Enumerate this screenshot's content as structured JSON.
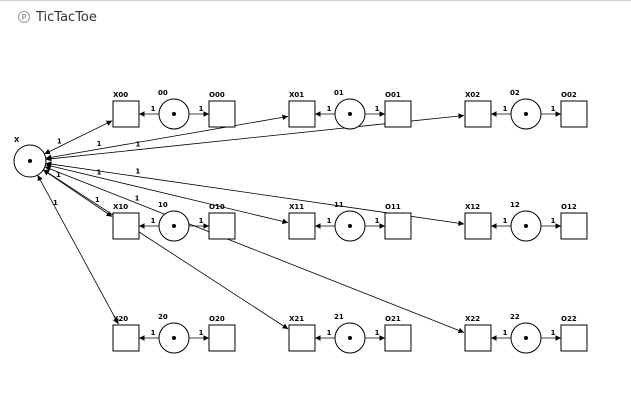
{
  "window": {
    "title": "TicTacToe",
    "icon": "petri-net-app-icon"
  },
  "net": {
    "source_place": {
      "label": "X",
      "tokens": 1
    },
    "cells": [
      {
        "id": "00",
        "place": "00",
        "x_transition": "X00",
        "o_transition": "O00",
        "tokens": 1
      },
      {
        "id": "01",
        "place": "01",
        "x_transition": "X01",
        "o_transition": "O01",
        "tokens": 1
      },
      {
        "id": "02",
        "place": "02",
        "x_transition": "X02",
        "o_transition": "O02",
        "tokens": 1
      },
      {
        "id": "10",
        "place": "10",
        "x_transition": "X10",
        "o_transition": "O10",
        "tokens": 1
      },
      {
        "id": "11",
        "place": "11",
        "x_transition": "X11",
        "o_transition": "O11",
        "tokens": 1
      },
      {
        "id": "12",
        "place": "12",
        "x_transition": "X12",
        "o_transition": "O12",
        "tokens": 1
      },
      {
        "id": "20",
        "place": "20",
        "x_transition": "X20",
        "o_transition": "O20",
        "tokens": 1
      },
      {
        "id": "21",
        "place": "21",
        "x_transition": "X21",
        "o_transition": "O21",
        "tokens": 1
      },
      {
        "id": "22",
        "place": "22",
        "x_transition": "X22",
        "o_transition": "O22",
        "tokens": 1
      }
    ],
    "arc_weight": "1"
  }
}
